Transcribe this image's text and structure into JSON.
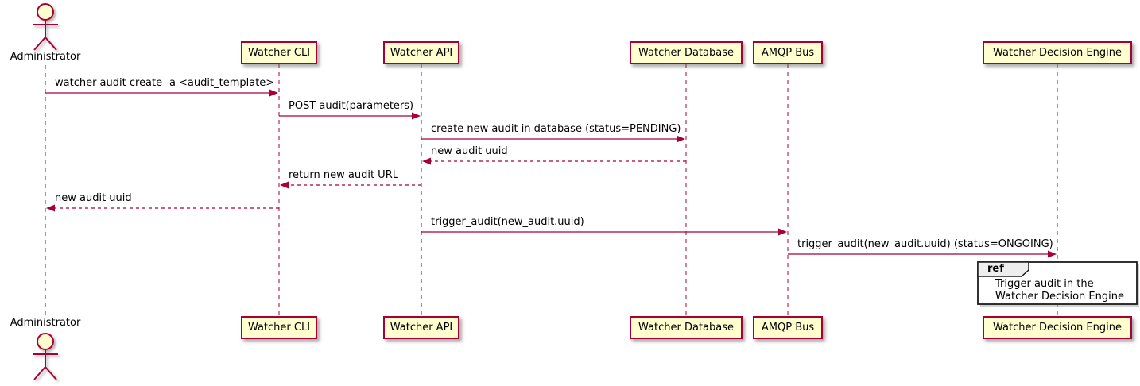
{
  "diagram": {
    "type": "plantuml-sequence",
    "colors": {
      "participant_fill": "#FEFECE",
      "participant_border": "#A80036",
      "message_line": "#A80036",
      "lifeline": "#A80036",
      "text": "#000000",
      "ref_border": "#1B1B1B",
      "ref_header_fill": "#EEEEEE",
      "background": "#FFFFFF"
    },
    "participants": [
      {
        "id": "administrator",
        "label": "Administrator",
        "kind": "actor"
      },
      {
        "id": "watcher-cli",
        "label": "Watcher CLI",
        "kind": "participant"
      },
      {
        "id": "watcher-api",
        "label": "Watcher API",
        "kind": "participant"
      },
      {
        "id": "watcher-database",
        "label": "Watcher Database",
        "kind": "participant"
      },
      {
        "id": "amqp-bus",
        "label": "AMQP Bus",
        "kind": "participant"
      },
      {
        "id": "watcher-decision-engine",
        "label": "Watcher Decision Engine",
        "kind": "participant"
      }
    ],
    "messages": [
      {
        "from": "administrator",
        "to": "watcher-cli",
        "label": "watcher audit create -a <audit_template>",
        "line": "solid"
      },
      {
        "from": "watcher-cli",
        "to": "watcher-api",
        "label": "POST audit(parameters)",
        "line": "solid"
      },
      {
        "from": "watcher-api",
        "to": "watcher-database",
        "label": "create new audit in database (status=PENDING)",
        "line": "solid"
      },
      {
        "from": "watcher-database",
        "to": "watcher-api",
        "label": "new audit uuid",
        "line": "dashed"
      },
      {
        "from": "watcher-api",
        "to": "watcher-cli",
        "label": "return new audit URL",
        "line": "dashed"
      },
      {
        "from": "watcher-cli",
        "to": "administrator",
        "label": "new audit uuid",
        "line": "dashed"
      },
      {
        "from": "watcher-api",
        "to": "amqp-bus",
        "label": "trigger_audit(new_audit.uuid)",
        "line": "solid"
      },
      {
        "from": "amqp-bus",
        "to": "watcher-decision-engine",
        "label": "trigger_audit(new_audit.uuid) (status=ONGOING)",
        "line": "solid"
      }
    ],
    "ref_fragment": {
      "keyword": "ref",
      "over": "watcher-decision-engine",
      "text_lines": [
        "Trigger audit in the",
        "Watcher Decision Engine"
      ]
    }
  }
}
